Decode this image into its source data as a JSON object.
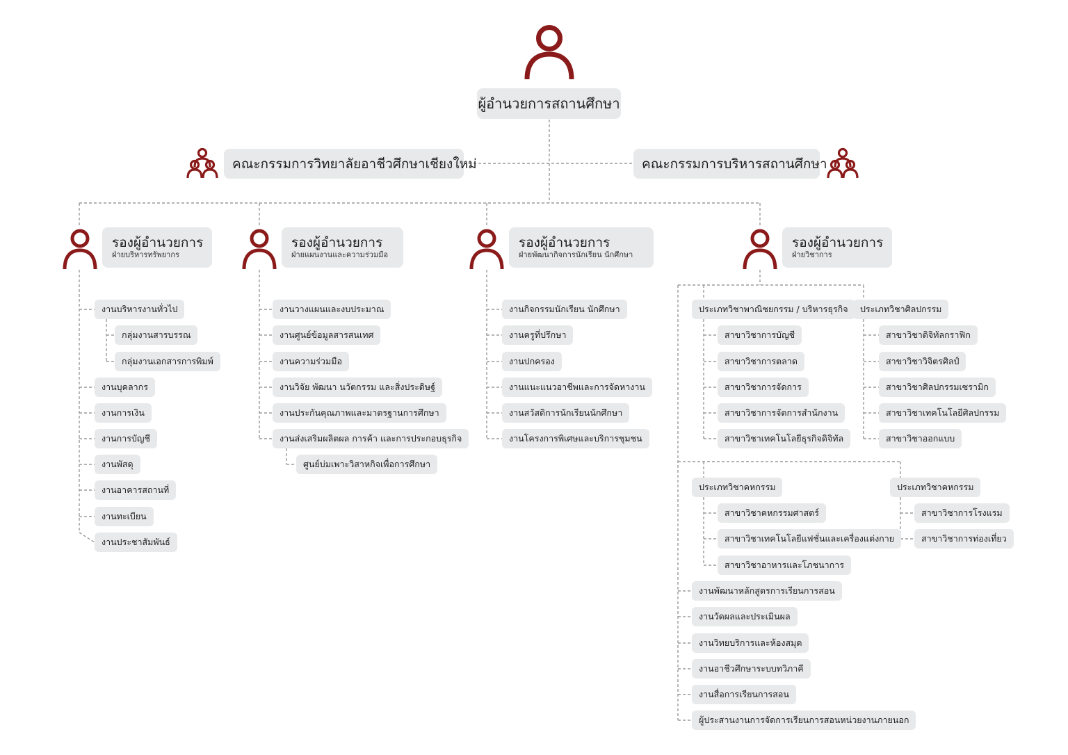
{
  "colors": {
    "accent": "#8b1a1a",
    "box": "#e8e9ea",
    "line": "#9a9a9a"
  },
  "director": {
    "label": "ผู้อำนวยการสถานศึกษา",
    "icon": "person-icon"
  },
  "committees": {
    "left": {
      "label": "คณะกรรมการวิทยาลัยอาชีวศึกษาเชียงใหม่",
      "icon": "group-icon"
    },
    "right": {
      "label": "คณะกรรมการบริหารสถานศึกษา",
      "icon": "group-icon"
    }
  },
  "deputies": [
    {
      "title": "รองผู้อำนวยการ",
      "subtitle": "ฝ่ายบริหารทรัพยากร",
      "items": [
        {
          "label": "งานบริหารงานทั่วไป",
          "children": [
            {
              "label": "กลุ่มงานสารบรรณ"
            },
            {
              "label": "กลุ่มงานเอกสารการพิมพ์"
            }
          ]
        },
        {
          "label": "งานบุคลากร"
        },
        {
          "label": "งานการเงิน"
        },
        {
          "label": "งานการบัญชี"
        },
        {
          "label": "งานพัสดุ"
        },
        {
          "label": "งานอาคารสถานที่"
        },
        {
          "label": "งานทะเบียน"
        },
        {
          "label": "งานประชาสัมพันธ์"
        }
      ]
    },
    {
      "title": "รองผู้อำนวยการ",
      "subtitle": "ฝ่ายแผนงานและความร่วมมือ",
      "items": [
        {
          "label": "งานวางแผนและงบประมาณ"
        },
        {
          "label": "งานศูนย์ข้อมูลสารสนเทศ"
        },
        {
          "label": "งานความร่วมมือ"
        },
        {
          "label": "งานวิจัย พัฒนา นวัตกรรม และสิ่งประดิษฐ์"
        },
        {
          "label": "งานประกันคุณภาพและมาตรฐานการศึกษา"
        },
        {
          "label": "งานส่งเสริมผลิตผล การค้า และการประกอบธุรกิจ",
          "children": [
            {
              "label": "ศูนย์บ่มเพาะวิสาหกิจเพื่อการศึกษา"
            }
          ]
        }
      ]
    },
    {
      "title": "รองผู้อำนวยการ",
      "subtitle": "ฝ่ายพัฒนากิจการนักเรียน นักศึกษา",
      "items": [
        {
          "label": "งานกิจกรรมนักเรียน นักศึกษา"
        },
        {
          "label": "งานครูที่ปรึกษา"
        },
        {
          "label": "งานปกครอง"
        },
        {
          "label": "งานแนะแนวอาชีพและการจัดหางาน"
        },
        {
          "label": "งานสวัสดิการนักเรียนนักศึกษา"
        },
        {
          "label": "งานโครงการพิเศษและบริการชุมชน"
        }
      ]
    },
    {
      "title": "รองผู้อำนวยการ",
      "subtitle": "ฝ่ายวิชาการ",
      "groups": [
        {
          "label": "ประเภทวิชาพาณิชยกรรม / บริหารธุรกิจ",
          "children": [
            {
              "label": "สาขาวิชาการบัญชี"
            },
            {
              "label": "สาขาวิชาการตลาด"
            },
            {
              "label": "สาขาวิชาการจัดการ"
            },
            {
              "label": "สาขาวิชาการจัดการสำนักงาน"
            },
            {
              "label": "สาขาวิชาเทคโนโลยีธุรกิจดิจิทัล"
            }
          ]
        },
        {
          "label": "ประเภทวิชาศิลปกรรม",
          "children": [
            {
              "label": "สาขาวิชาดิจิทัลกราฟิก"
            },
            {
              "label": "สาขาวิชาวิจิตรศิลป์"
            },
            {
              "label": "สาขาวิชาศิลปกรรมเซรามิก"
            },
            {
              "label": "สาขาวิชาเทคโนโลยีศิลปกรรม"
            },
            {
              "label": "สาขาวิชาออกแบบ"
            }
          ]
        },
        {
          "label": "ประเภทวิชาคหกรรม",
          "children": [
            {
              "label": "สาขาวิชาคหกรรมศาสตร์"
            },
            {
              "label": "สาขาวิชาเทคโนโลยีแฟชั่นและเครื่องแต่งกาย"
            },
            {
              "label": "สาขาวิชาอาหารและโภชนาการ"
            }
          ]
        },
        {
          "label": "ประเภทวิชาคหกรรม",
          "children": [
            {
              "label": "สาขาวิชาการโรงแรม"
            },
            {
              "label": "สาขาวิชาการท่องเที่ยว"
            }
          ]
        }
      ],
      "items": [
        {
          "label": "งานพัฒนาหลักสูตรการเรียนการสอน"
        },
        {
          "label": "งานวัดผลและประเมินผล"
        },
        {
          "label": "งานวิทยบริการและห้องสมุด"
        },
        {
          "label": "งานอาชีวศึกษาระบบทวิภาคี"
        },
        {
          "label": "งานสื่อการเรียนการสอน"
        },
        {
          "label": "ผู้ประสานงานการจัดการเรียนการสอนหน่วยงานภายนอก"
        }
      ]
    }
  ]
}
